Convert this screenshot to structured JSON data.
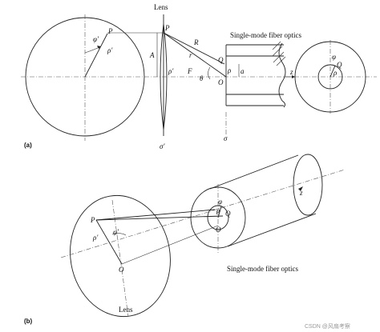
{
  "panel_a": {
    "tag": "(a)",
    "lens_title": "Lens",
    "fiber_title": "Single-mode fiber optics",
    "labels": {
      "P_left": "P",
      "phi_prime": "φ'",
      "rho_prime_left": "ρ'",
      "P_lens": "P",
      "A": "A",
      "rho_prime_lens": "ρ'",
      "sigma_prime": "σ'",
      "R": "R",
      "r": "r",
      "F": "F",
      "theta": "θ",
      "Q": "Q",
      "rho": "ρ",
      "O": "O",
      "a": "a",
      "z": "z",
      "sigma": "σ",
      "phi_right": "φ",
      "Q_right": "Q",
      "rho_right": "ρ"
    }
  },
  "panel_b": {
    "tag": "(b)",
    "lens_title": "Lens",
    "fiber_title": "Single-mode fiber optics",
    "labels": {
      "P": "P",
      "rho_prime": "ρ'",
      "phi_prime": "φ'",
      "O_lens": "O",
      "phi": "φ",
      "rho": "ρ",
      "Q": "Q",
      "O_fiber": "O",
      "z": "z"
    }
  },
  "watermark": "CSDN @风扇考察"
}
